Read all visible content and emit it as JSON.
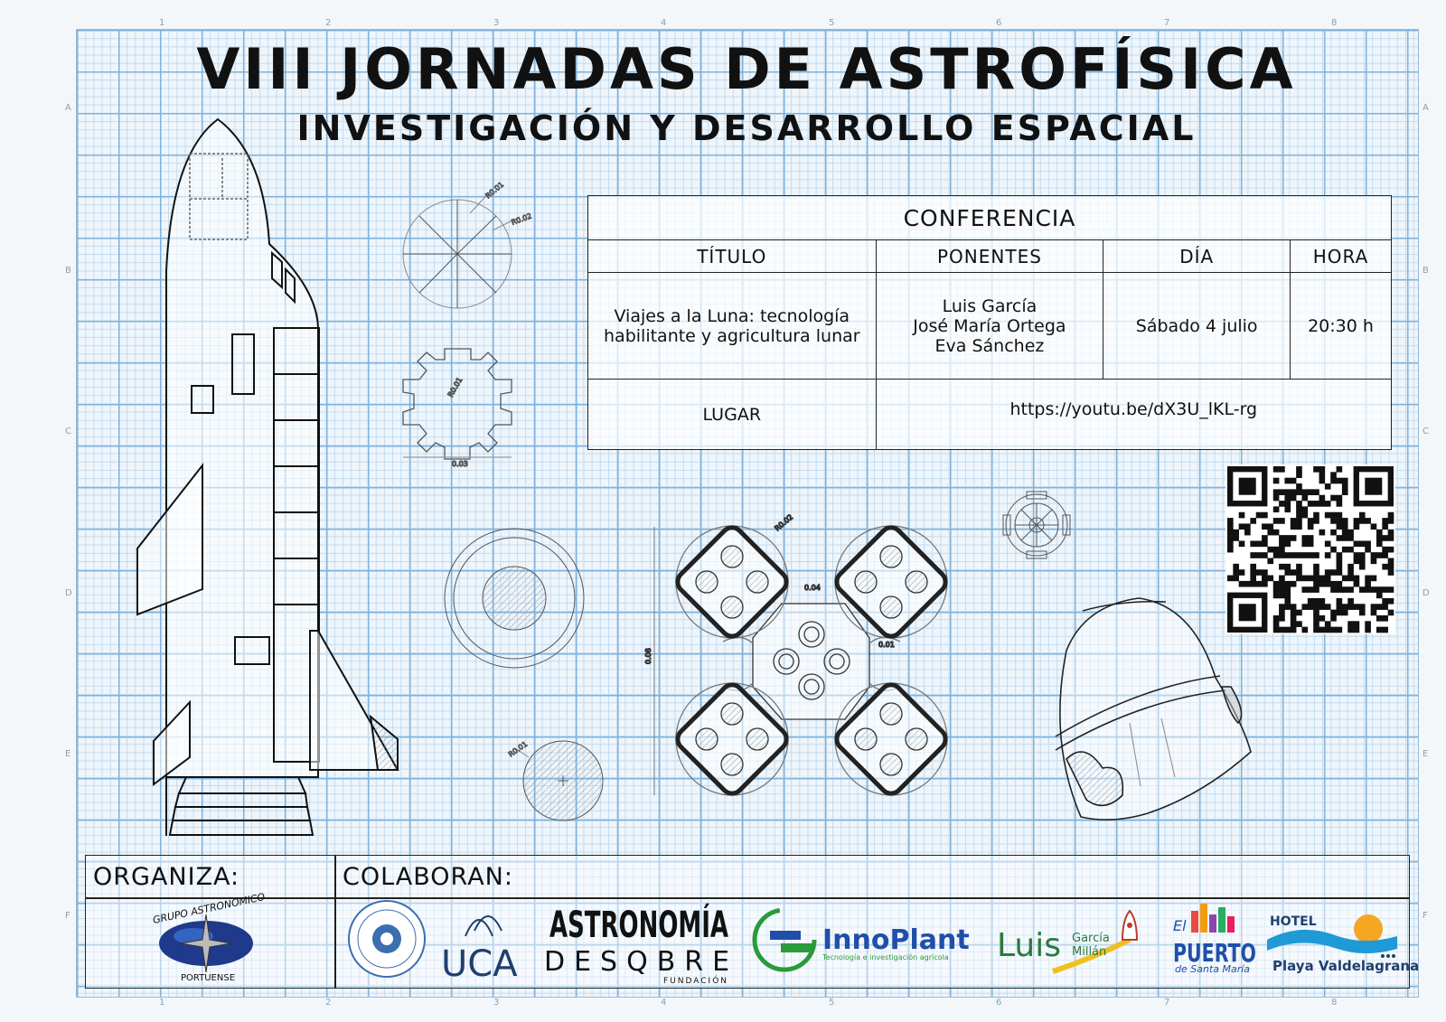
{
  "poster": {
    "title": "VIII JORNADAS DE ASTROFÍSICA",
    "subtitle": "INVESTIGACIÓN Y DESARROLLO ESPACIAL"
  },
  "ruler": {
    "columns": [
      "1",
      "2",
      "3",
      "4",
      "5",
      "6",
      "7",
      "8"
    ],
    "rows": [
      "A",
      "B",
      "C",
      "D",
      "E",
      "F"
    ]
  },
  "conference": {
    "heading": "CONFERENCIA",
    "headers": {
      "title": "TÍTULO",
      "speakers": "PONENTES",
      "day": "DÍA",
      "time": "HORA"
    },
    "talk_title_line1": "Viajes a la Luna: tecnología",
    "talk_title_line2": "habilitante y agricultura lunar",
    "speakers": [
      "Luis García",
      "José María Ortega",
      "Eva Sánchez"
    ],
    "day": "Sábado 4 julio",
    "time": "20:30 h",
    "place_label": "LUGAR",
    "place_value": "https://youtu.be/dX3U_lKL-rg"
  },
  "drawing_labels": {
    "r1": "R0.01",
    "r2": "R0.02",
    "d1": "0.04",
    "d2": "0.03",
    "d3": "0.01",
    "d4": "0.08"
  },
  "footer": {
    "organiza_label": "ORGANIZA:",
    "colaboran_label": "COLABORAN:",
    "organizer_logo_top": "GRUPO ASTRONOMICO",
    "organizer_logo_bottom": "PORTUENSE",
    "sponsors": {
      "uca": "UCA",
      "astro_top": "ASTRONOMÍA",
      "astro_bottom": "DESQBRE",
      "astro_small": "FUNDACIÓN",
      "innoplant": "InnoPlant",
      "innoplant_tag": "Tecnología e investigación agrícola",
      "luis": "Luis",
      "luis_small_top": "García",
      "luis_small_bottom": "Millán",
      "puerto_top": "El",
      "puerto_main": "PUERTO",
      "puerto_bottom": "de Santa María",
      "hotel_top": "HOTEL",
      "hotel_name": "Playa Valdelagrana"
    }
  },
  "colors": {
    "grid_major": "#7fb2dc",
    "grid_minor": "#c2dbef",
    "ink": "#111111",
    "uca_orange": "#e07b1a",
    "inno_green": "#2a9a3a",
    "inno_blue": "#1f4fa8"
  }
}
